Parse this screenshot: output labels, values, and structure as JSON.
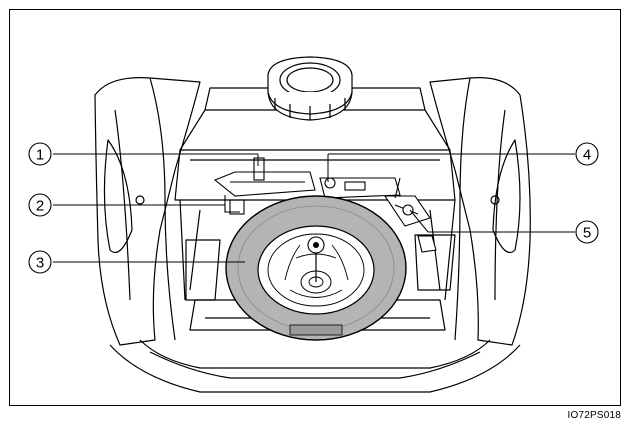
{
  "figure": {
    "callouts": [
      {
        "label": "1"
      },
      {
        "label": "2"
      },
      {
        "label": "3"
      },
      {
        "label": "4"
      },
      {
        "label": "5"
      }
    ],
    "code": "IO72PS018",
    "colors": {
      "line": "#000000",
      "tire": "#b4b4b4",
      "tire_dark": "#9a9a9a",
      "background": "#ffffff"
    }
  }
}
